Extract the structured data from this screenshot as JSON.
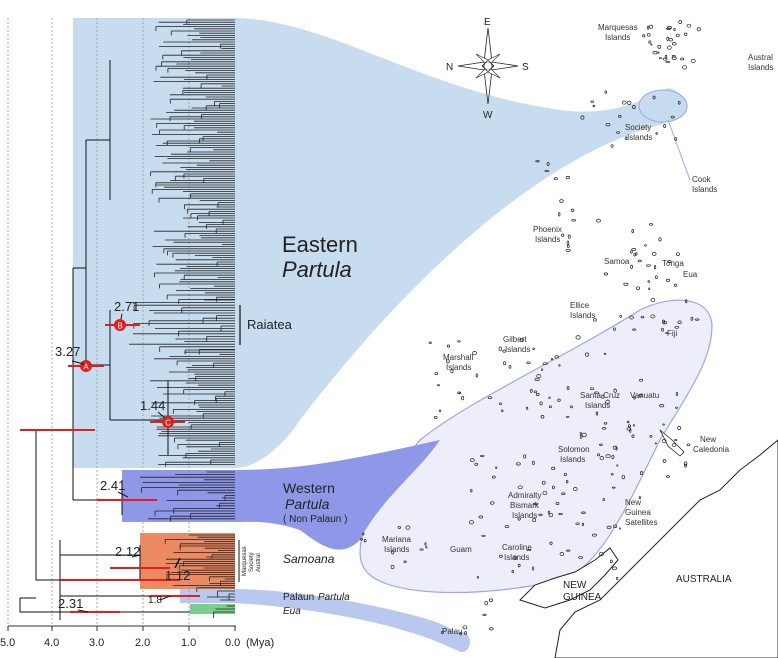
{
  "axis": {
    "ticks": [
      "5.0",
      "4.0",
      "3.0",
      "2.0",
      "1.0",
      "0.0"
    ],
    "unit": "(Mya)"
  },
  "clades": {
    "eastern_line1": "Eastern",
    "eastern_line2": "Partula",
    "western_line1": "Western",
    "western_line2": "Partula",
    "western_line3": "( Non Palaun )",
    "samoana": "Samoana",
    "palaun_line1": "Palaun",
    "palaun_line2": "Partula",
    "eua": "Eua",
    "raiatea": "Raiatea",
    "samoana_sub": [
      "Marquesas",
      "Society",
      "Austral"
    ]
  },
  "nodes": [
    {
      "letter": "A",
      "age": "3.27"
    },
    {
      "letter": "B",
      "age": "2.71"
    },
    {
      "letter": "C",
      "age": "1.44"
    },
    {
      "letter": "",
      "age": "2.41"
    },
    {
      "letter": "",
      "age": "2.12"
    },
    {
      "letter": "",
      "age": "1.12"
    },
    {
      "letter": "",
      "age": "1.8"
    },
    {
      "letter": "",
      "age": "2.31"
    }
  ],
  "compass": {
    "north": "N",
    "south": "S",
    "east": "E",
    "west": "W"
  },
  "map_labels": {
    "marquesas": [
      "Marquesas",
      "Islands"
    ],
    "austral": [
      "Austral",
      "Islands"
    ],
    "society": [
      "Society",
      "Islands"
    ],
    "cook": [
      "Cook",
      "Islands"
    ],
    "phoenix": [
      "Phoenix",
      "Islands"
    ],
    "samoa": "Samoa",
    "tonga": "Tonga",
    "eua": "Eua",
    "ellice": [
      "Ellice",
      "Islands"
    ],
    "fiji": "Fiji",
    "gilbert": [
      "Gilbert",
      "Islands"
    ],
    "marshall": [
      "Marshall",
      "Islands"
    ],
    "santacruz": [
      "Santa Cruz",
      "Islands"
    ],
    "vanuatu": "Vanuatu",
    "newcaledonia": [
      "New",
      "Caledonia"
    ],
    "solomon": [
      "Solomon",
      "Islands"
    ],
    "admiralty": [
      "Admiralty",
      "Bismark",
      "Islands"
    ],
    "newguinea_sat": [
      "New",
      "Guinea",
      "Satellites"
    ],
    "mariana": [
      "Mariana",
      "Islands"
    ],
    "guam": "Guam",
    "caroline": [
      "Caroline",
      "Islands"
    ],
    "newguinea": [
      "NEW",
      "GUINEA"
    ],
    "australia": "AUSTRALIA",
    "palau": "Palau"
  },
  "colors": {
    "eastern": "#c8dcef",
    "western": "#8f98e8",
    "samoana": "#ee8a62",
    "palaun": "#b9c8ee",
    "eua_green": "#7ccf8a",
    "outline_blue": "#9aa8e8",
    "node_red": "#e02020",
    "error_bar": "#e02020"
  }
}
